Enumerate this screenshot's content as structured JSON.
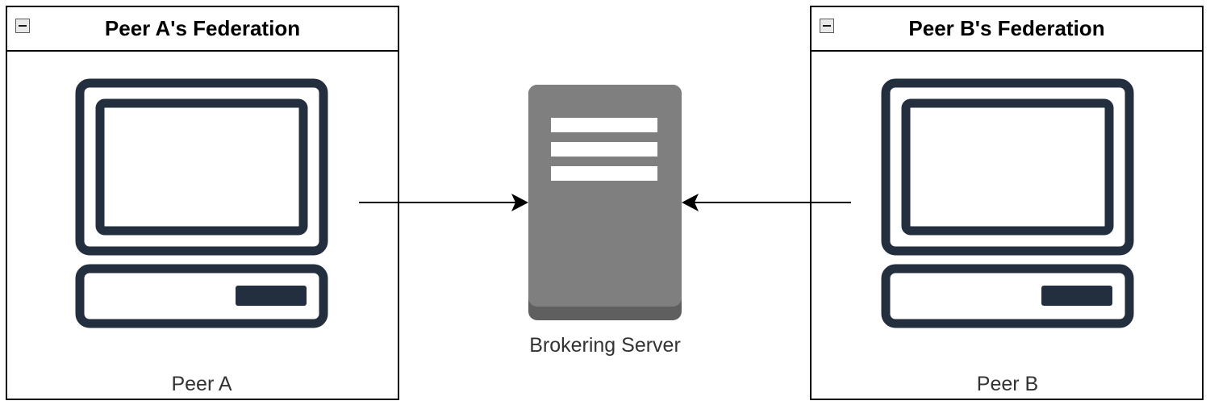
{
  "federation_a": {
    "title": "Peer A's Federation",
    "peer_label": "Peer A"
  },
  "federation_b": {
    "title": "Peer B's Federation",
    "peer_label": "Peer B"
  },
  "broker": {
    "label": "Brokering Server"
  },
  "colors": {
    "computer_stroke": "#232f3e",
    "server_body": "#7f7f7f",
    "server_base": "#5f5f5f",
    "arrow": "#000000"
  }
}
